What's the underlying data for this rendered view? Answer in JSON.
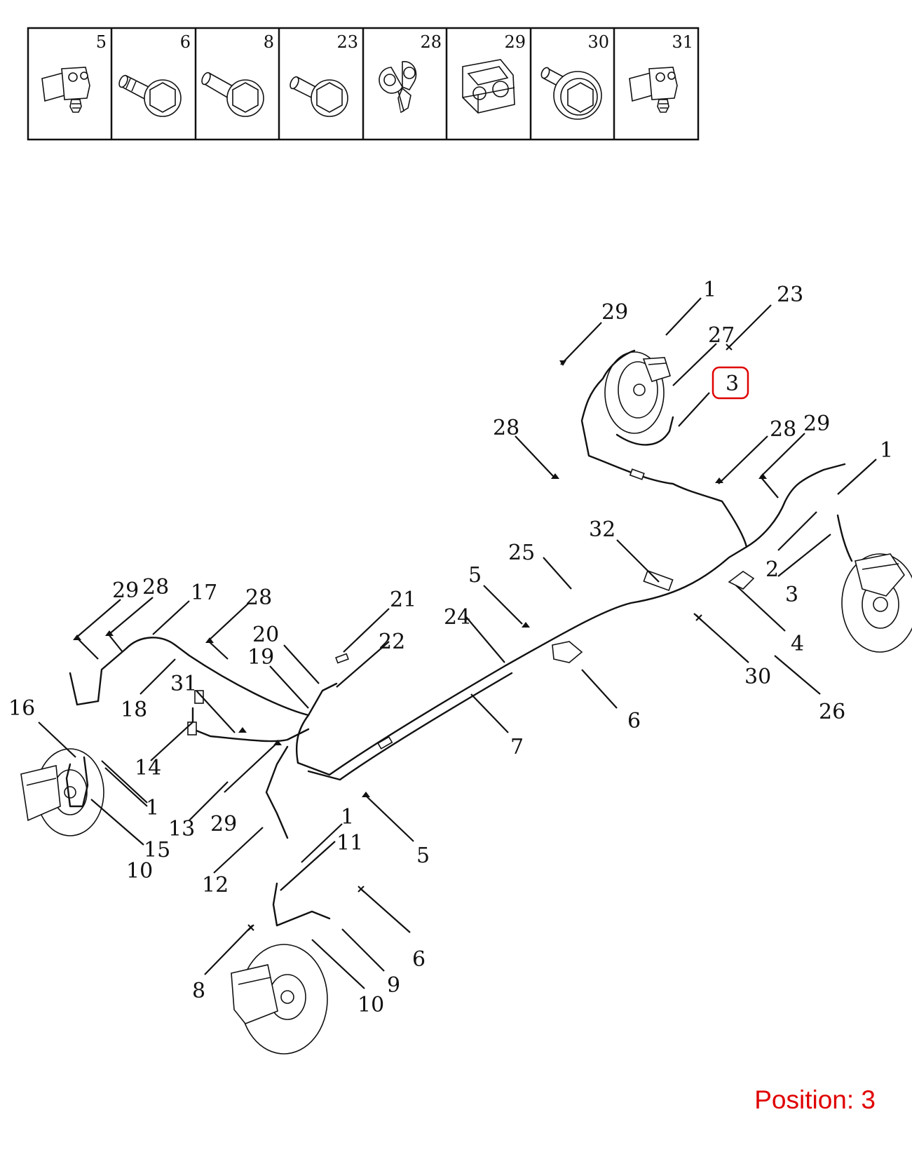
{
  "header_parts": [
    {
      "number": "5",
      "icon": "clip-nut-icon"
    },
    {
      "number": "6",
      "icon": "bolt-icon"
    },
    {
      "number": "8",
      "icon": "bolt-icon"
    },
    {
      "number": "23",
      "icon": "bolt-icon"
    },
    {
      "number": "28",
      "icon": "pipe-clip-icon"
    },
    {
      "number": "29",
      "icon": "pipe-holder-icon"
    },
    {
      "number": "30",
      "icon": "flange-bolt-icon"
    },
    {
      "number": "31",
      "icon": "clip-nut-icon"
    }
  ],
  "callouts": {
    "c29a": "29",
    "c1a": "1",
    "c23a": "23",
    "c27": "27",
    "c3a": "3",
    "c28a": "28",
    "c28b": "28",
    "c29b": "29",
    "c1b": "1",
    "c32": "32",
    "c2": "2",
    "c3b": "3",
    "c25": "25",
    "c5a": "5",
    "c24": "24",
    "c4": "4",
    "c30": "30",
    "c26": "26",
    "c6a": "6",
    "c7": "7",
    "c21": "21",
    "c22": "22",
    "c20": "20",
    "c19": "19",
    "c28c": "28",
    "c17": "17",
    "c29c": "29",
    "c28d": "28",
    "c18": "18",
    "c31": "31",
    "c16": "16",
    "c14": "14",
    "c1c": "1",
    "c13": "13",
    "c29d": "29",
    "c15": "15",
    "c10a": "10",
    "c12": "12",
    "c5b": "5",
    "c1d": "1",
    "c11": "11",
    "c6b": "6",
    "c8": "8",
    "c9": "9",
    "c10b": "10"
  },
  "highlight_color": "#e00000",
  "position_label": "Position: 3"
}
